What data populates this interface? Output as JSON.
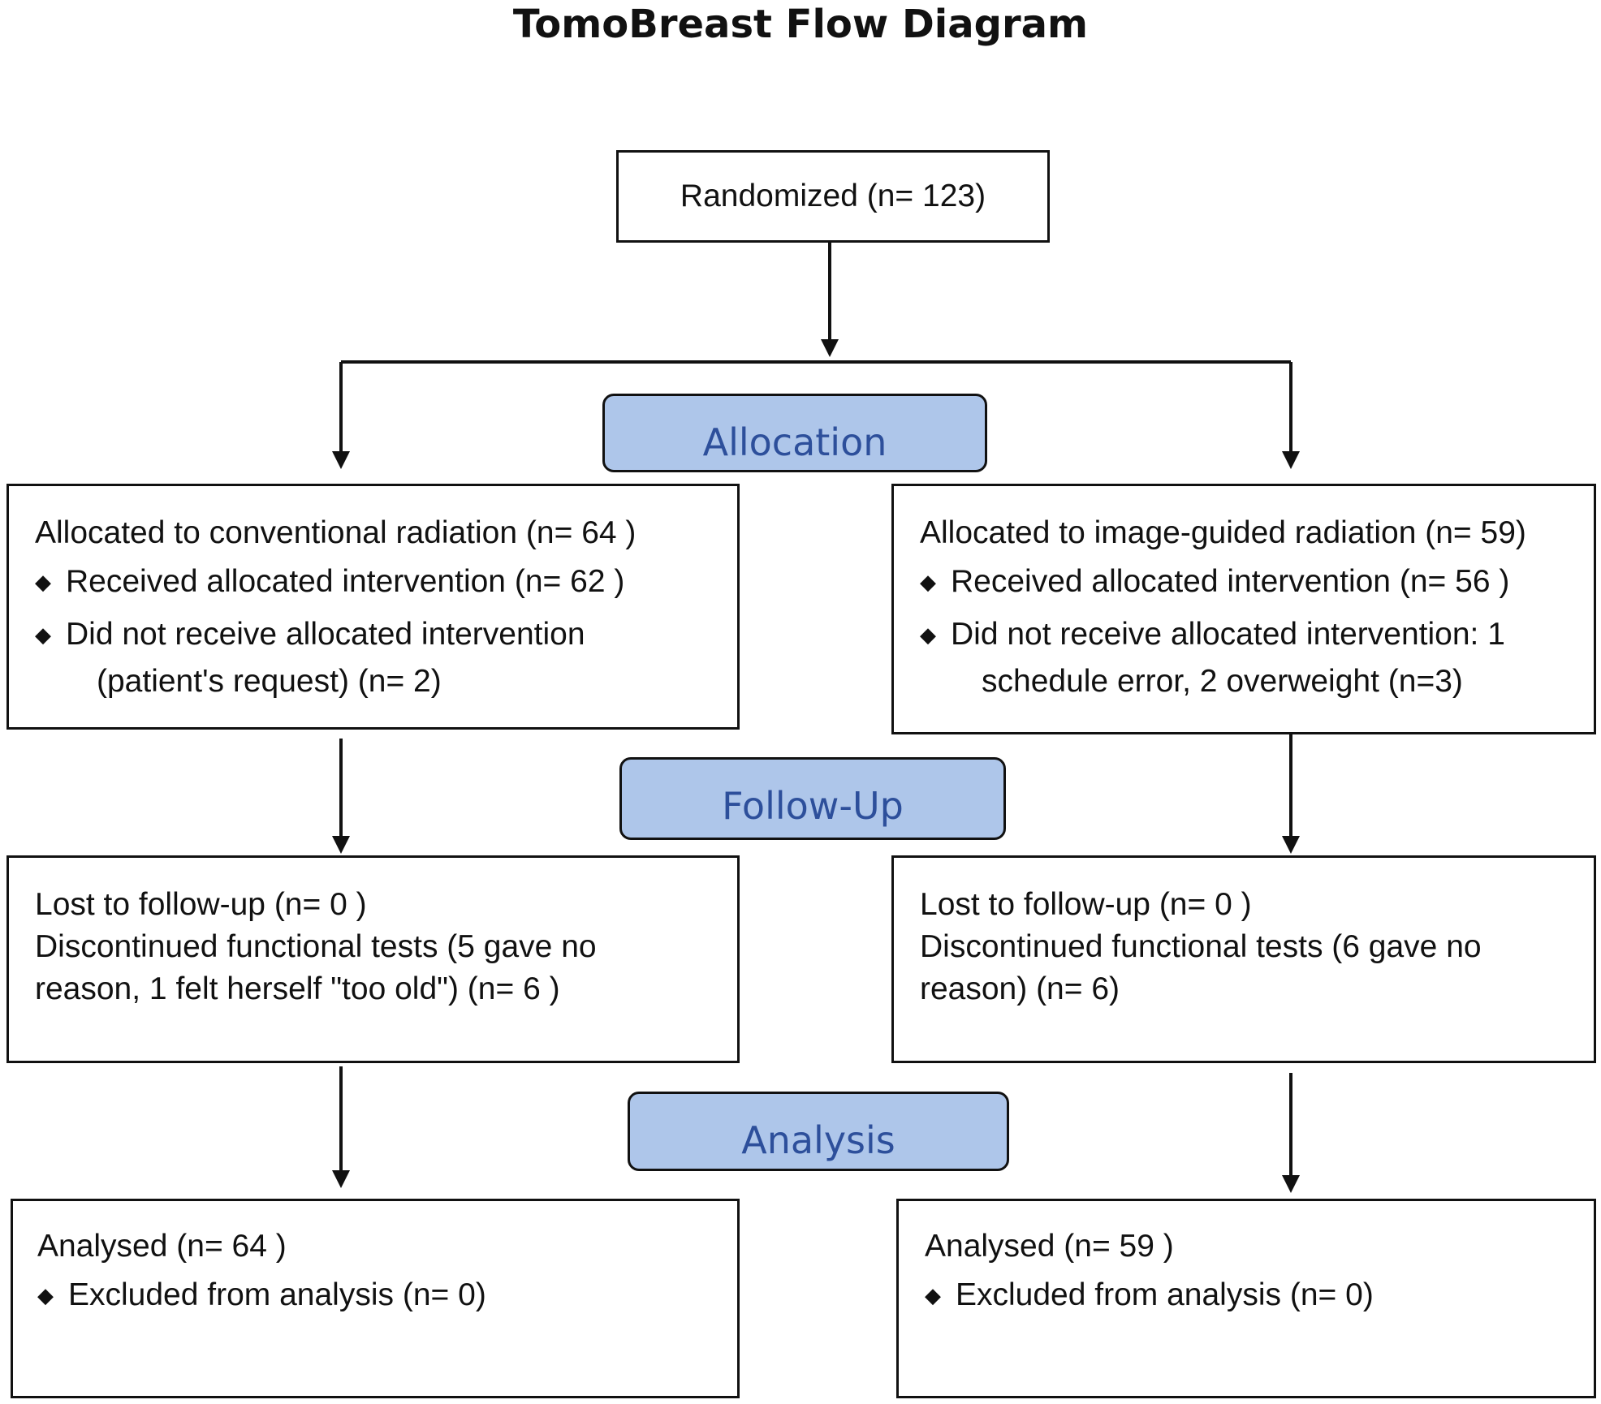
{
  "title": "TomoBreast Flow Diagram",
  "randomized": {
    "text": "Randomized (n= 123)"
  },
  "stages": {
    "allocation": "Allocation",
    "follow_up": "Follow-Up",
    "analysis": "Analysis"
  },
  "allocation": {
    "left": {
      "heading": "Allocated to conventional radiation (n= 64 )",
      "bullets": [
        {
          "text": "Received allocated intervention (n= 62 )",
          "cont": ""
        },
        {
          "text": "Did not receive allocated intervention",
          "cont": "(patient's request) (n= 2)"
        }
      ]
    },
    "right": {
      "heading": "Allocated to image-guided radiation (n= 59)",
      "bullets": [
        {
          "text": "Received allocated intervention (n= 56 )",
          "cont": ""
        },
        {
          "text": "Did not receive allocated intervention: 1",
          "cont": "schedule error, 2 overweight (n=3)"
        }
      ]
    }
  },
  "follow_up": {
    "left": {
      "lines": [
        "Lost to follow-up (n= 0 )",
        "Discontinued functional tests (5 gave no",
        "reason, 1 felt herself \"too old\") (n= 6 )"
      ]
    },
    "right": {
      "lines": [
        "Lost to follow-up (n= 0 )",
        "Discontinued functional tests (6 gave no",
        "reason) (n= 6)"
      ]
    }
  },
  "analysis": {
    "left": {
      "heading": "Analysed  (n= 64 )",
      "bullet": "Excluded from analysis (n= 0)"
    },
    "right": {
      "heading": "Analysed  (n= 59 )",
      "bullet": "Excluded from analysis (n= 0)"
    }
  },
  "colors": {
    "stage_fill": "#aec6ea",
    "stage_text": "#2d4f9b",
    "line": "#111111"
  },
  "bullet_icon": "diamond-bullet-icon"
}
